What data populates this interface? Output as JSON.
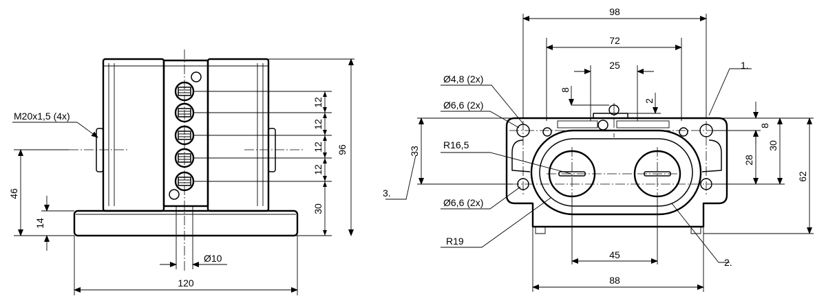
{
  "front_view": {
    "thread_label": "M20x1,5 (4x)",
    "dim_width": "120",
    "dim_hole_dia": "Ø10",
    "dim_height_total": "96",
    "dim_height_axis": "46",
    "dim_base_height": "14",
    "dim_lower_axis": "30",
    "dim_pitch": [
      "12",
      "12",
      "12",
      "12"
    ]
  },
  "side_view": {
    "dim_outer_width": "98",
    "dim_mid_width": "72",
    "dim_top_width": "25",
    "dim_small_8": "8",
    "dim_small_2": "2",
    "hole_48_label": "Ø4,8 (2x)",
    "hole_66_top_label": "Ø6,6 (2x)",
    "hole_66_bottom_label": "Ø6,6 (2x)",
    "radius_165_label": "R16,5",
    "radius_19_label": "R19",
    "dim_33": "33",
    "dim_right_8": "8",
    "dim_right_28": "28",
    "dim_right_30": "30",
    "dim_right_62": "62",
    "dim_bottom_45": "45",
    "dim_bottom_88": "88",
    "callout_1": "1.",
    "callout_2": "2.",
    "callout_3": "3."
  }
}
